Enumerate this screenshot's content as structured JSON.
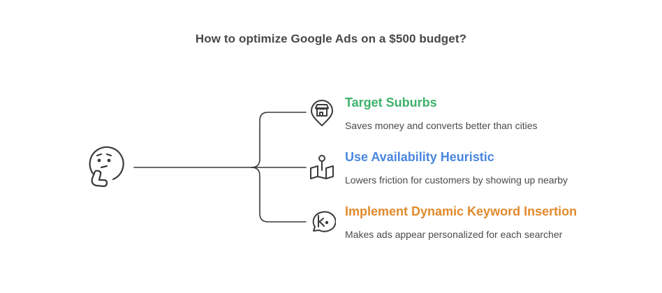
{
  "title": "How to optimize Google Ads on a $500 budget?",
  "center_icon": "thinking-face-icon",
  "colors": {
    "line": "#3a3a3a",
    "icon_stroke": "#3a3a3a",
    "title_text": "#484848",
    "desc_text": "#4a4a4a"
  },
  "branches": [
    {
      "title": "Target Suburbs",
      "description": "Saves money and converts better than cities",
      "color": "#3db26b",
      "icon": "storefront-location-pin-icon"
    },
    {
      "title": "Use Availability Heuristic",
      "description": "Lowers friction for customers by showing up nearby",
      "color": "#4a86e0",
      "icon": "map-pin-icon"
    },
    {
      "title": "Implement Dynamic Keyword Insertion",
      "description": "Makes ads appear personalized for each searcher",
      "color": "#e08a2c",
      "icon": "keyword-speech-bubble-icon"
    }
  ]
}
